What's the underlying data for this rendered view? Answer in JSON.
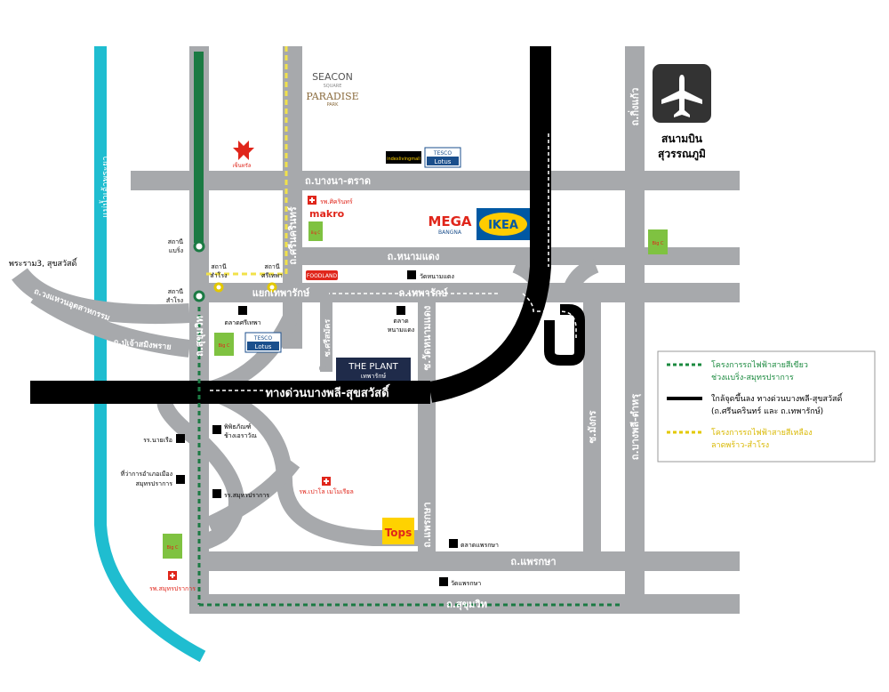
{
  "roads": {
    "bangna_trat": "ถ.บางนา-ตราด",
    "sri_nakarin": "ถ.ศรีนครินทร์",
    "nong_daeng": "ถ.หนามแดง",
    "thepharak": "ถ.เทพารักษ์",
    "thepharak_jct": "แยกเทพารักษ์",
    "sukhumvit_v": "ถ.สุขุมวิท",
    "sukhumvit_h": "ถ.สุขุมวิท",
    "pu_chao": "ถ.ปู่เจ้าสมิงพราย",
    "kanchana": "ถ.วงแหวนอุตสาหกรรม",
    "king_kaew": "ถ.กิ่งแก้ว",
    "bangphli_tamru": "ถ.บางพลี-ตำหรุ",
    "mangkorn": "ซ.มังกร",
    "phraeksa": "ถ.แพรกษา",
    "phraeksa_v": "ถ.แพรกษา",
    "sri_nakhon": "ซ.ศรีสมัคร",
    "wat_nong_daeng": "ซ.วัดหนามแดง",
    "expressway": "ทางด่วนบางพลี-สุขสวัสดิ์",
    "river": "แม่น้ำเจ้าพระยา"
  },
  "places": {
    "airport_1": "สนามบิน",
    "airport_2": "สุวรรณภูมิ",
    "rama3": "พระราม3, สุขสวัสดิ์",
    "wat_nong_daeng": "วัดหนามแดง",
    "talad_nong_daeng_1": "ตลาด",
    "talad_nong_daeng_2": "หนามแดง",
    "talad_sri_thepha": "ตลาดศรีเทพา",
    "museum_1": "พิพิธภัณฑ์",
    "museum_2": "ช้างเอราวัณ",
    "nayruea": "รร.นายเรือ",
    "district_1": "ที่ว่าการอำเภอเมือง",
    "district_2": "สมุทรปราการ",
    "samut_school": "รร.สมุทรปราการ",
    "paolo": "รพ.เปาโล เมโมเรียล",
    "samut_hosp": "รพ.สมุทรปราการ",
    "sikarin": "รพ.ศิครินทร์",
    "talad_phraeksa": "ตลาดแพรกษา",
    "wat_phraeksa": "วัดแพรกษา",
    "station_baering_1": "สถานี",
    "station_baering_2": "แบริ่ง",
    "station_samrong_1": "สถานี",
    "station_samrong_2": "สำโรง",
    "station_samrong2_1": "สถานี",
    "station_samrong2_2": "สำโรง",
    "station_srithepha_1": "สถานี",
    "station_srithepha_2": "ศรีเทพา"
  },
  "brands": {
    "seacon_1": "SEACON",
    "seacon_2": "SQUARE",
    "paradise_1": "PARADISE",
    "paradise_2": "PARK",
    "index": "indexlivingmall",
    "tesco_1": "TESCO",
    "tesco_2": "Lotus",
    "makro": "makro",
    "mega_1": "MEGA",
    "mega_2": "BANGNA",
    "ikea": "IKEA",
    "foodland": "FOODLAND",
    "tops": "Tops",
    "bigc": "Big C",
    "central": "เซ็นทรัล",
    "plant_1": "THE PLANT",
    "plant_2": "เทพารักษ์"
  },
  "legend": {
    "green_1": "โครงการรถไฟฟ้าสายสีเขียว",
    "green_2": "ช่วงแบริ่ง-สมุทรปราการ",
    "black_1": "ใกล้จุดขึ้นลง ทางด่วนบางพลี-สุขสวัสดิ์",
    "black_2": "(ถ.ศรีนครินทร์ และ ถ.เทพารักษ์)",
    "yellow_1": "โครงการรถไฟฟ้าสายสีเหลือง",
    "yellow_2": "ลาดพร้าว-สำโรง"
  },
  "colors": {
    "road": "#a7a9ac",
    "river": "#1fbdd0",
    "green_line": "#1b7a43",
    "yellow_line": "#f2e24a",
    "expressway": "#000000",
    "hospital": "#e0261b",
    "legend_green": "#1b8a3f",
    "legend_yellow": "#d9c400"
  }
}
